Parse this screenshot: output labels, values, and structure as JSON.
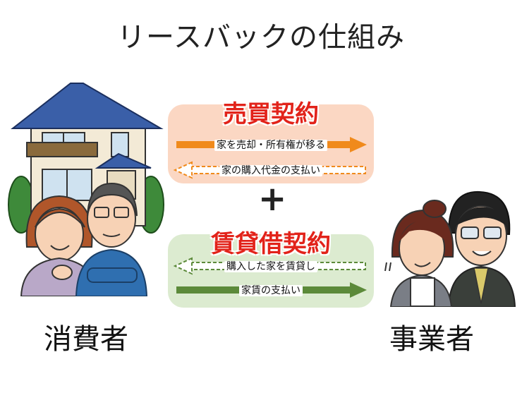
{
  "title": "リースバックの仕組み",
  "sale": {
    "heading": "売買契約",
    "arrow_to_business": "家を売却・所有権が移る",
    "arrow_to_consumer": "家の購入代金の支払い"
  },
  "plus": "+",
  "lease": {
    "heading": "賃貸借契約",
    "arrow_to_consumer": "購入した家を賃貸し",
    "arrow_to_business": "家賃の支払い"
  },
  "consumer_label": "消費者",
  "business_label": "事業者",
  "colors": {
    "sale_bg": "#fbd7c3",
    "lease_bg": "#dcebd0",
    "heading_red": "#e2231a",
    "orange_arrow": "#f08a1c",
    "green_arrow": "#5c8a3a"
  }
}
